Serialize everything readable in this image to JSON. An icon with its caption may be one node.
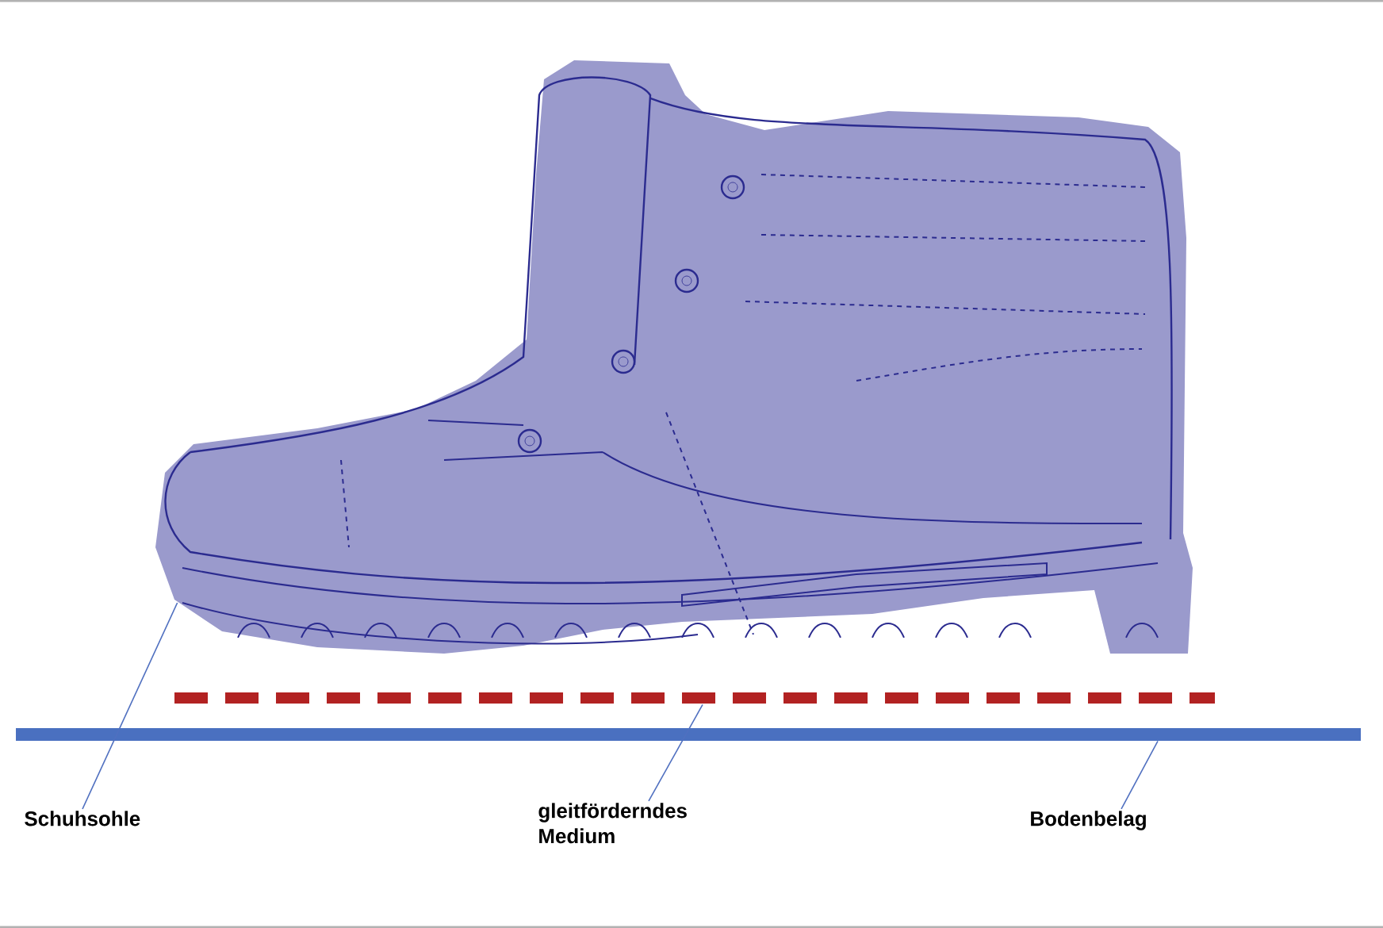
{
  "diagram": {
    "nodes": [
      {
        "text": [
          "Schuhsohle"
        ]
      },
      {
        "text": [
          "gleitförderndes Medium"
        ]
      },
      {
        "text": [
          "Bodenbelag"
        ]
      },
      {
        "text": [],
        "shape": "picture"
      },
      {
        "text": [],
        "shape": "bar"
      },
      {
        "text": [],
        "shape": "bar"
      }
    ],
    "edges": [
      {
        "from": 0,
        "to": 3,
        "arrow": "none"
      },
      {
        "from": 1,
        "to": 4,
        "arrow": "none"
      },
      {
        "from": 2,
        "to": 5,
        "arrow": "none"
      }
    ]
  }
}
